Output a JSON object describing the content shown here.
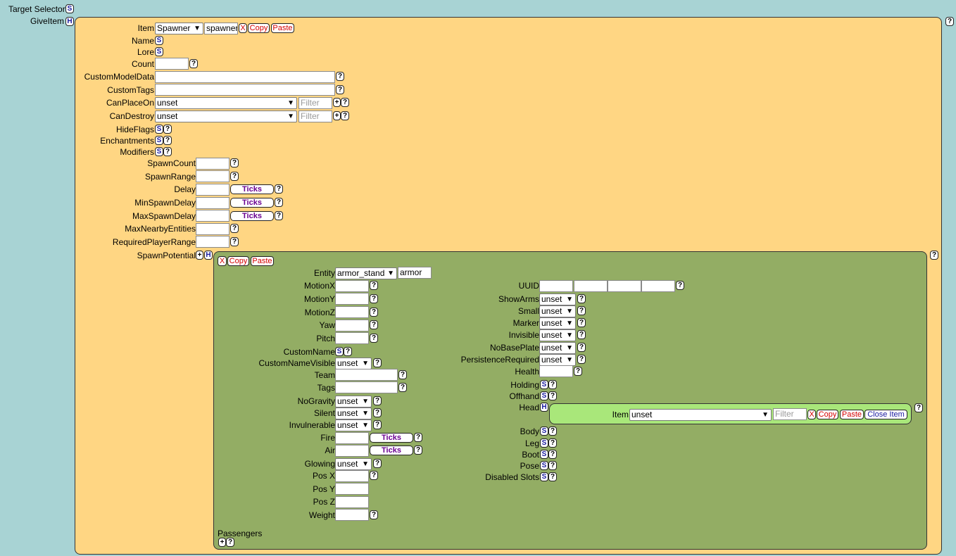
{
  "top": {
    "target_selectors": "Target Selectors",
    "give_item": "GiveItem",
    "s": "S",
    "h": "H",
    "q": "?",
    "plus": "+",
    "x": "X"
  },
  "give": {
    "item_label": "Item",
    "item_select": "Spawner",
    "item_id": "spawner",
    "copy": "Copy",
    "paste": "Paste",
    "name": "Name",
    "lore": "Lore",
    "count": "Count",
    "custom_model_data": "CustomModelData",
    "custom_tags": "CustomTags",
    "can_place_on": "CanPlaceOn",
    "can_destroy": "CanDestroy",
    "unset": "unset",
    "filter_placeholder": "Filter",
    "hide_flags": "HideFlags",
    "enchantments": "Enchantments",
    "modifiers": "Modifiers",
    "spawn_count": "SpawnCount",
    "spawn_range": "SpawnRange",
    "delay": "Delay",
    "min_spawn_delay": "MinSpawnDelay",
    "max_spawn_delay": "MaxSpawnDelay",
    "max_nearby_entities": "MaxNearbyEntities",
    "required_player_range": "RequiredPlayerRange",
    "spawn_potential": "SpawnPotential",
    "ticks": "Ticks"
  },
  "entity": {
    "entity_label": "Entity",
    "entity_select": "armor_stand",
    "entity_id": "armor",
    "motion_x": "MotionX",
    "motion_y": "MotionY",
    "motion_z": "MotionZ",
    "yaw": "Yaw",
    "pitch": "Pitch",
    "custom_name": "CustomName",
    "custom_name_visible": "CustomNameVisible",
    "team": "Team",
    "tags": "Tags",
    "no_gravity": "NoGravity",
    "silent": "Silent",
    "invulnerable": "Invulnerable",
    "fire": "Fire",
    "air": "Air",
    "glowing": "Glowing",
    "pos_x": "Pos X",
    "pos_y": "Pos Y",
    "pos_z": "Pos Z",
    "weight": "Weight",
    "passengers": "Passengers",
    "uuid": "UUID",
    "show_arms": "ShowArms",
    "small": "Small",
    "marker": "Marker",
    "invisible": "Invisible",
    "no_base_plate": "NoBasePlate",
    "persistence_required": "PersistenceRequired",
    "health": "Health",
    "holding": "Holding",
    "offhand": "Offhand",
    "head": "Head",
    "body": "Body",
    "leg": "Leg",
    "boot": "Boot",
    "pose": "Pose",
    "disabled_slots": "Disabled Slots"
  },
  "head_item": {
    "item_label": "Item",
    "item_select": "unset",
    "close_item": "Close Item"
  }
}
